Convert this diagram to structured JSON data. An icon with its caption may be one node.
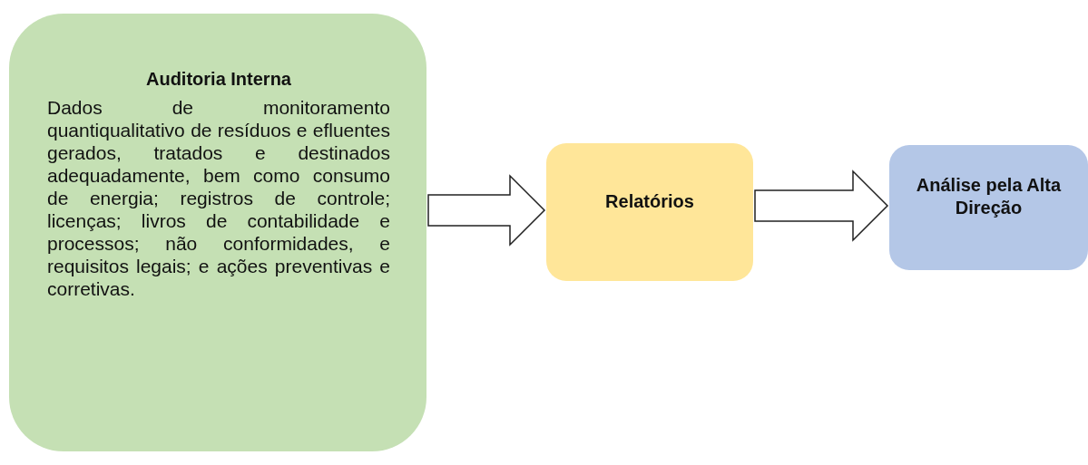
{
  "diagram": {
    "nodes": [
      {
        "text": [
          "Auditoria Interna",
          "Dados de monitoramento quantiqualitativo de resíduos e efluentes gerados, tratados e destinados adequadamente, bem como consumo de energia; registros de controle; licenças; livros de contabilidade e processos; não conformidades, e requisitos legais; e ações preventivas e corretivas."
        ]
      },
      {
        "text": [
          "Relatórios"
        ]
      },
      {
        "text": [
          "Análise pela Alta Direção"
        ]
      }
    ],
    "edges": [
      {
        "from": 0,
        "to": 1,
        "arrow": "to"
      },
      {
        "from": 1,
        "to": 2,
        "arrow": "to"
      }
    ]
  }
}
